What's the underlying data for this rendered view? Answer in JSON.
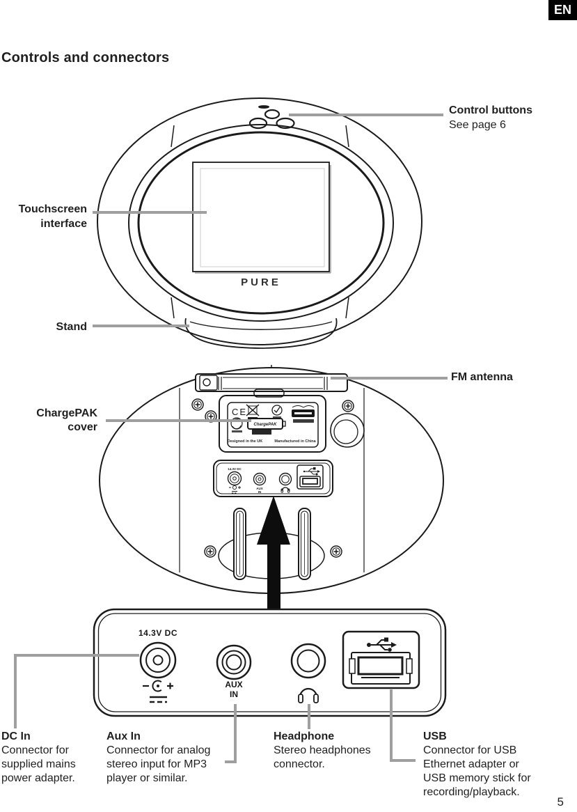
{
  "page": {
    "language_tag": "EN",
    "title": "Controls and connectors",
    "page_number": "5"
  },
  "front_view": {
    "brand_logo": "PURE",
    "labels": {
      "control_buttons_title": "Control buttons",
      "control_buttons_desc": "See page 6",
      "touchscreen_line1": "Touchscreen",
      "touchscreen_line2": "interface",
      "stand": "Stand"
    }
  },
  "rear_view": {
    "labels": {
      "fm_antenna": "FM antenna",
      "chargepak_line1": "ChargePAK",
      "chargepak_line2": "cover"
    },
    "cover_plate": {
      "ce_mark": "CE",
      "battery_text": "ChargePAK",
      "designed_text": "Designed in the UK",
      "manufactured_text": "Manufactured in China"
    },
    "recess": {
      "dc_voltage": "14.3V DC",
      "aux_line1": "AUX",
      "aux_line2": "IN"
    }
  },
  "connector_panel": {
    "dc_voltage": "14.3V DC",
    "aux_line1": "AUX",
    "aux_line2": "IN"
  },
  "annotations": {
    "dc_in": {
      "title": "DC In",
      "desc": "Connector for\nsupplied mains\npower adapter."
    },
    "aux_in": {
      "title": "Aux In",
      "desc": "Connector for analog\nstereo input for MP3\nplayer or similar."
    },
    "headphone": {
      "title": "Headphone",
      "desc": "Stereo headphones\nconnector."
    },
    "usb": {
      "title": "USB",
      "desc": "Connector for USB\nEthernet adapter or\nUSB memory stick for\nrecording/playback."
    }
  },
  "colors": {
    "ink": "#1a1a1a",
    "leader_gray": "#9f9f9f"
  }
}
